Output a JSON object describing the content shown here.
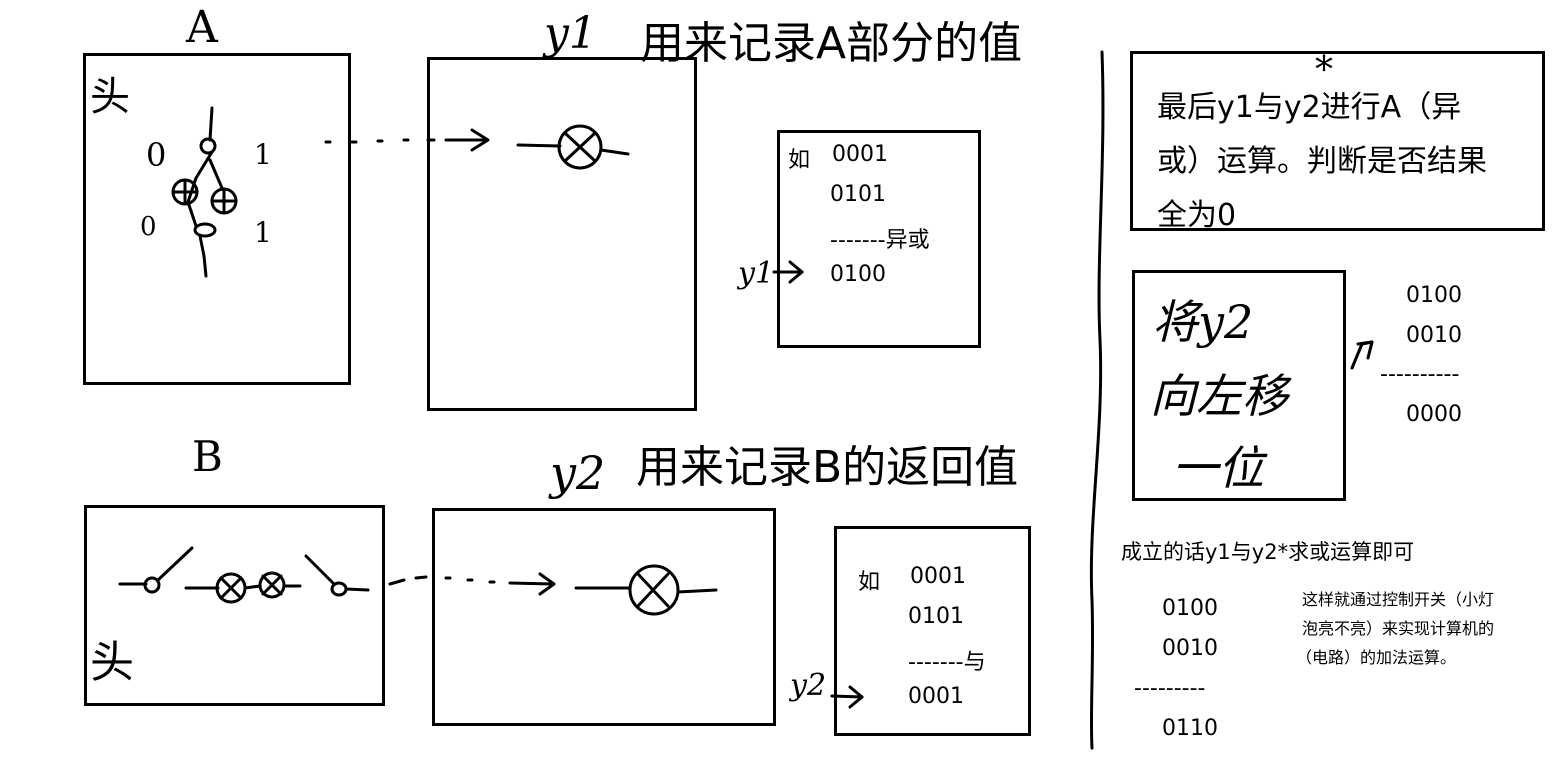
{
  "labels": {
    "a": "A",
    "b": "B",
    "head_a": "头",
    "head_b": "头",
    "zero_a": "0",
    "one_a": "1",
    "zero_b": "0",
    "one_b": "1",
    "y1": "y1",
    "y2": "y2",
    "star": "*"
  },
  "headings": {
    "y1_desc": "用来记录A部分的值",
    "y2_desc": "用来记录B的返回值"
  },
  "example_xor": {
    "prefix": "如",
    "line1": "0001",
    "line2": "0101",
    "divider": "-------异或",
    "result": "0100"
  },
  "example_and": {
    "prefix": "如",
    "line1": "0001",
    "line2": "0101",
    "divider": "-------与",
    "result": "0001"
  },
  "right_panel": {
    "summary_line1": "最后y1与y2进行A（异",
    "summary_line2": "或）运算。判断是否结果",
    "summary_line3": "全为0",
    "hand_note_line1": "将y2",
    "hand_note_line2": "向左移",
    "hand_note_line3": "一位",
    "shift_line1": "0100",
    "shift_line2": "0010",
    "shift_divider": "----------",
    "shift_result": "0000",
    "conclusion": "成立的话y1与y2*求或运算即可",
    "or_line1": "0100",
    "or_line2": "0010",
    "or_divider": "---------",
    "or_result": "0110",
    "note_line1": "这样就通过控制开关（小灯",
    "note_line2": "泡亮不亮）来实现计算机的",
    "note_line3": "（电路）的加法运算。"
  }
}
